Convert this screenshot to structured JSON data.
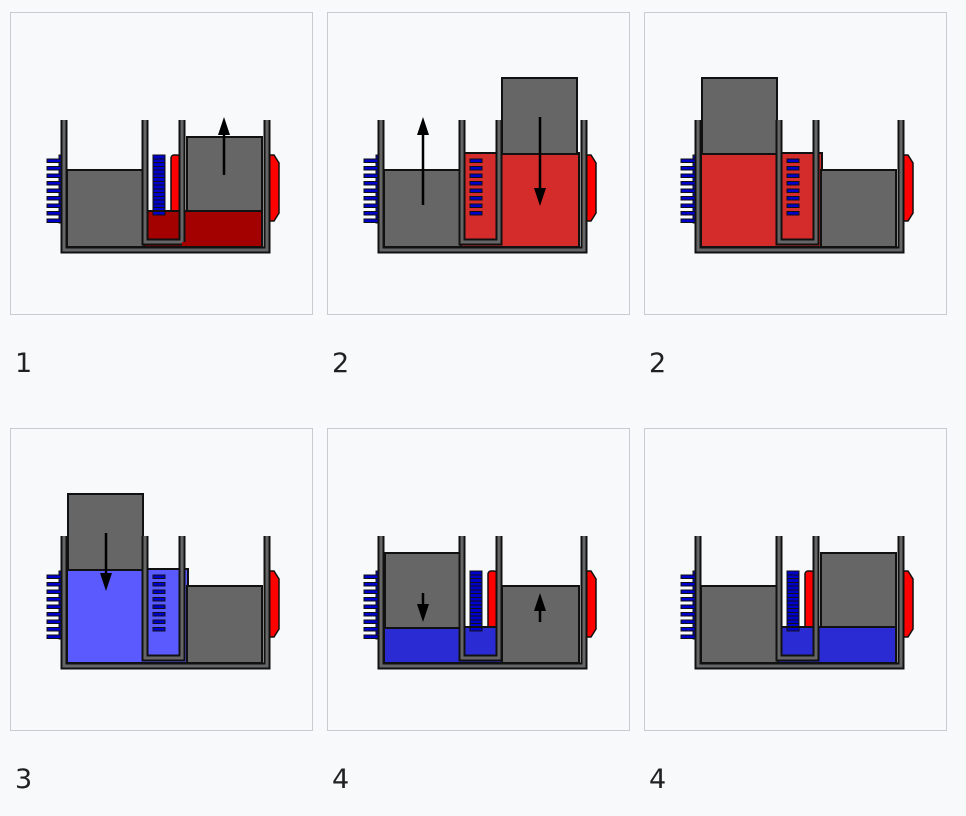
{
  "colors": {
    "steel": "#666666",
    "outline": "#111111",
    "hot_dark": "#a30000",
    "hot": "#d42b2b",
    "cold_light": "#5a5aff",
    "cold": "#2b2bd4",
    "heater": "#ff0000",
    "fins": "#0000cc"
  },
  "cells": [
    {
      "caption": "1"
    },
    {
      "caption": "2"
    },
    {
      "caption": "2"
    },
    {
      "caption": "3"
    },
    {
      "caption": "4"
    },
    {
      "caption": "4"
    }
  ]
}
